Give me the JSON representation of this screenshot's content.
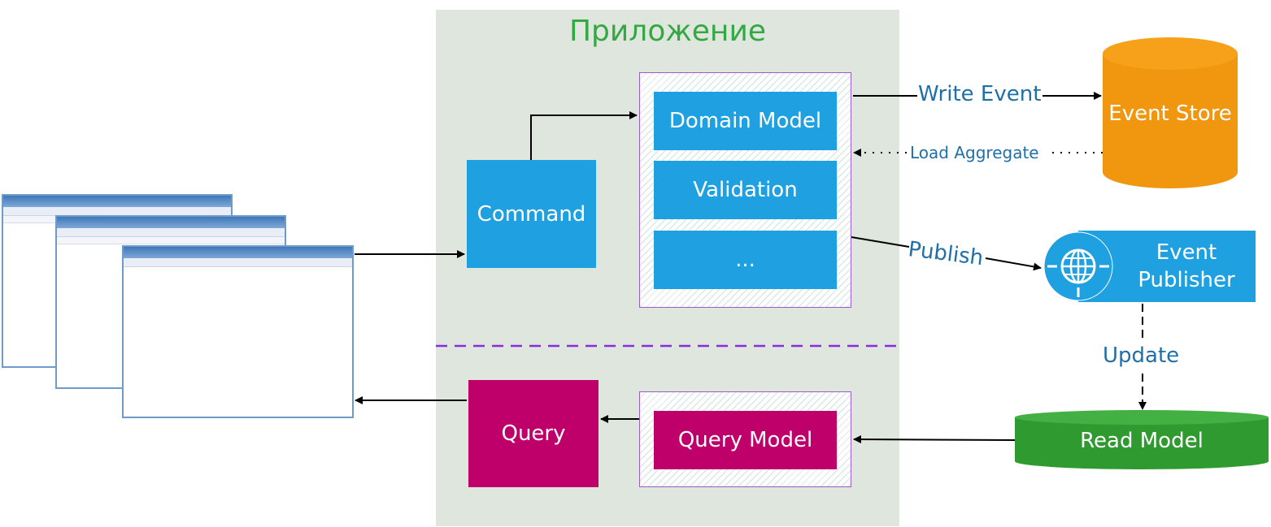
{
  "app": {
    "title": "Приложение"
  },
  "write": {
    "command": "Command",
    "domain_model": "Domain Model",
    "validation": "Validation",
    "more": "...",
    "write_event": "Write Event",
    "load_aggregate": "Load Aggregate",
    "publish": "Publish",
    "event_store": "Event Store",
    "event_publisher": "Event Publisher",
    "update": "Update"
  },
  "read": {
    "query": "Query",
    "query_model": "Query Model",
    "read_model": "Read Model"
  },
  "colors": {
    "command_blue": "#1ea0e1",
    "query_magenta": "#c0006a",
    "event_store_orange": "#f0960f",
    "read_model_green": "#2f9a2f",
    "separator_purple": "#8a2be2",
    "app_title_green": "#33a843"
  },
  "icons": {
    "publisher": "globe-icon"
  }
}
